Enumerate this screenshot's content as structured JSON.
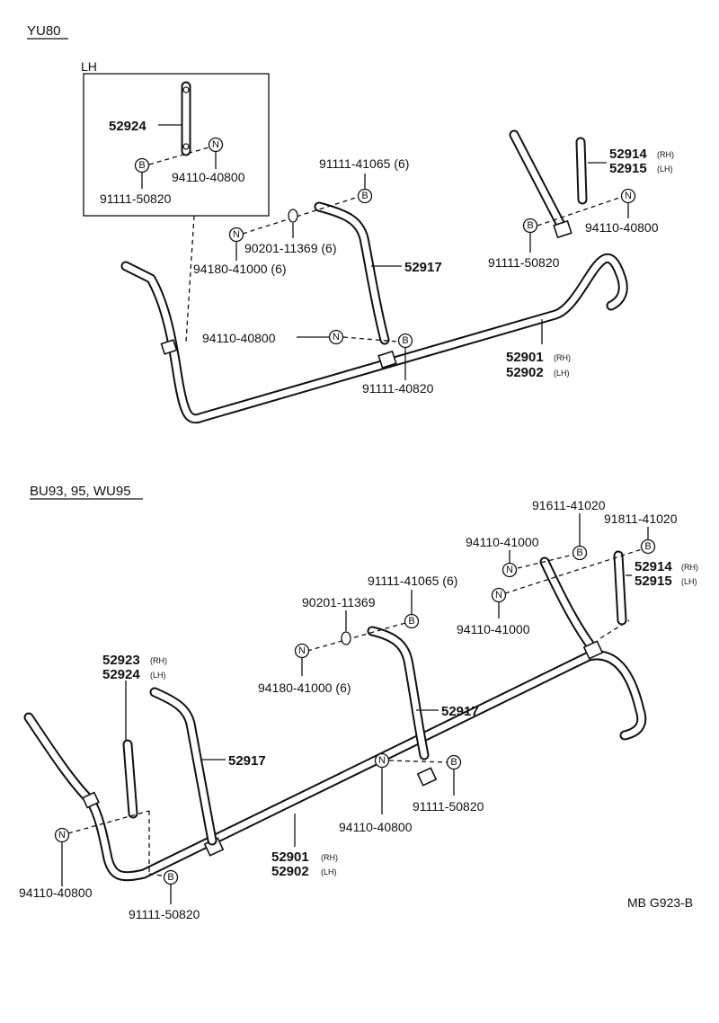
{
  "sections": {
    "top": "YU80",
    "inset": "LH",
    "bottom": "BU93, 95, WU95"
  },
  "symbols": {
    "nut": "N",
    "bolt": "B"
  },
  "top_labels": {
    "p52924": "52924",
    "p94110_40800_inset": "94110-40800",
    "p91111_50820_inset": "91111-50820",
    "p91111_41065": "91111-41065 (6)",
    "p90201_11369": "90201-11369 (6)",
    "p94180_41000": "94180-41000 (6)",
    "p52917": "52917",
    "p94110_40800_mid": "94110-40800",
    "p91111_40820": "91111-40820",
    "p52914": "52914",
    "p52914_sfx": "(RH)",
    "p52915": "52915",
    "p52915_sfx": "(LH)",
    "p94110_40800_right": "94110-40800",
    "p91111_50820_right": "91111-50820",
    "p52901": "52901",
    "p52901_sfx": "(RH)",
    "p52902": "52902",
    "p52902_sfx": "(LH)"
  },
  "bottom_labels": {
    "p91611_41020": "91611-41020",
    "p91811_41020": "91811-41020",
    "p94110_41000_a": "94110-41000",
    "p94110_41000_b": "94110-41000",
    "p52914": "52914",
    "p52914_sfx": "(RH)",
    "p52915": "52915",
    "p52915_sfx": "(LH)",
    "p91111_41065": "91111-41065 (6)",
    "p90201_11369": "90201-11369",
    "p94180_41000": "94180-41000 (6)",
    "p52923": "52923",
    "p52923_sfx": "(RH)",
    "p52924": "52924",
    "p52924_sfx": "(LH)",
    "p52917_right": "52917",
    "p52917_left": "52917",
    "p94110_40800_mid": "94110-40800",
    "p91111_50820_mid": "91111-50820",
    "p52901": "52901",
    "p52901_sfx": "(RH)",
    "p52902": "52902",
    "p52902_sfx": "(LH)",
    "p94110_40800_left": "94110-40800",
    "p91111_50820_bottom": "91111-50820"
  },
  "drawing_code": "MB G923-B"
}
